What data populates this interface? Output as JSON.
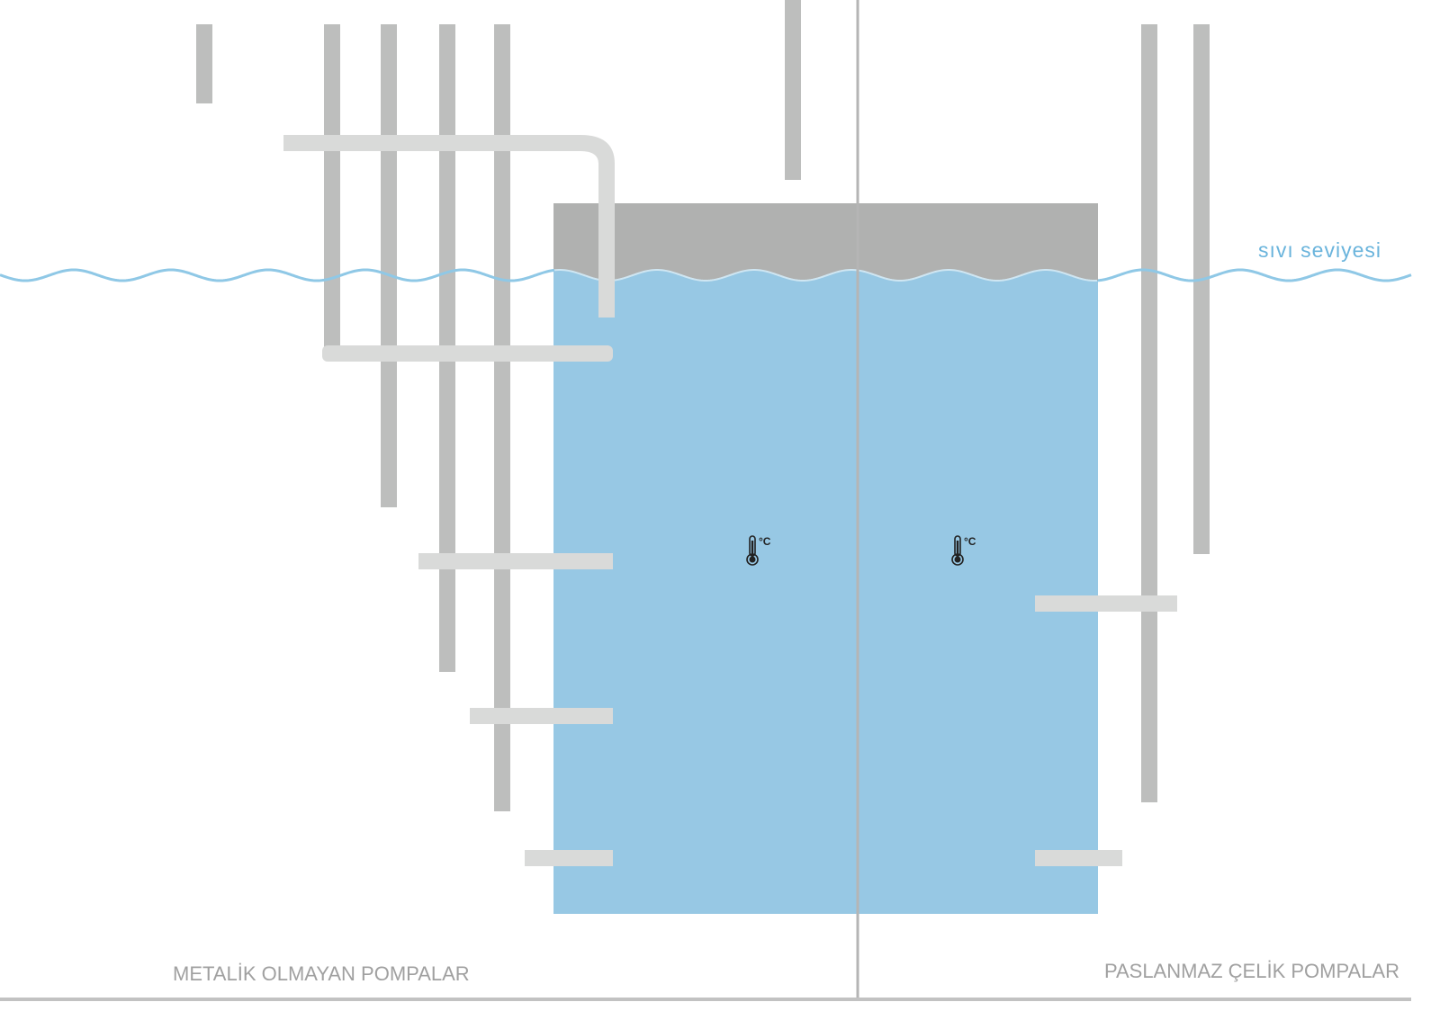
{
  "labels": {
    "liquid_level": "sıvı seviyesi",
    "left_section": "METALİK OLMAYAN POMPALAR",
    "right_section": "PASLANMAZ ÇELİK POMPALAR"
  },
  "icons": {
    "temperature_unit": "°C"
  },
  "colors": {
    "liquid": "#97c8e4",
    "tank_top": "#b0b1b0",
    "pump_shaft": "#bdbebd",
    "pipe": "#d9dad9",
    "wave": "#8fc8e6",
    "label_blue": "#6ab4dc",
    "label_grey": "#a0a0a0"
  }
}
